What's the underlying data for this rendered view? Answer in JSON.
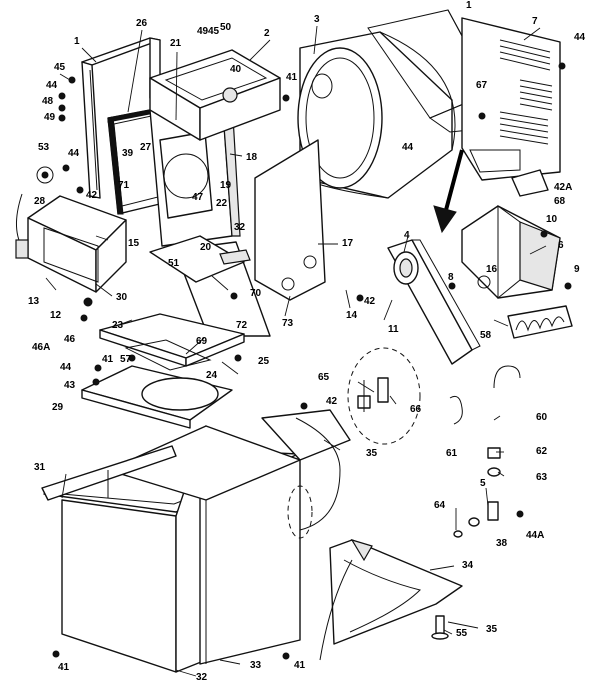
{
  "labels": [
    {
      "text": "1"
    },
    {
      "text": "26"
    },
    {
      "text": "21"
    },
    {
      "text": "49"
    },
    {
      "text": "45"
    },
    {
      "text": "50"
    },
    {
      "text": "2"
    },
    {
      "text": "3"
    },
    {
      "text": "1"
    },
    {
      "text": "7"
    },
    {
      "text": "44"
    },
    {
      "text": "45"
    },
    {
      "text": "44"
    },
    {
      "text": "48"
    },
    {
      "text": "49"
    },
    {
      "text": "40"
    },
    {
      "text": "41"
    },
    {
      "text": "67"
    },
    {
      "text": "44"
    },
    {
      "text": "18"
    },
    {
      "text": "39"
    },
    {
      "text": "27"
    },
    {
      "text": "53"
    },
    {
      "text": "44"
    },
    {
      "text": "42"
    },
    {
      "text": "71"
    },
    {
      "text": "28"
    },
    {
      "text": "15"
    },
    {
      "text": "47"
    },
    {
      "text": "19"
    },
    {
      "text": "22"
    },
    {
      "text": "32"
    },
    {
      "text": "20"
    },
    {
      "text": "42A"
    },
    {
      "text": "68"
    },
    {
      "text": "10"
    },
    {
      "text": "4"
    },
    {
      "text": "6"
    },
    {
      "text": "17"
    },
    {
      "text": "13"
    },
    {
      "text": "51"
    },
    {
      "text": "70"
    },
    {
      "text": "8"
    },
    {
      "text": "16"
    },
    {
      "text": "9"
    },
    {
      "text": "30"
    },
    {
      "text": "12"
    },
    {
      "text": "72"
    },
    {
      "text": "73"
    },
    {
      "text": "14"
    },
    {
      "text": "42"
    },
    {
      "text": "11"
    },
    {
      "text": "58"
    },
    {
      "text": "46A"
    },
    {
      "text": "46"
    },
    {
      "text": "23"
    },
    {
      "text": "69"
    },
    {
      "text": "41"
    },
    {
      "text": "57"
    },
    {
      "text": "25"
    },
    {
      "text": "44"
    },
    {
      "text": "24"
    },
    {
      "text": "43"
    },
    {
      "text": "65"
    },
    {
      "text": "42"
    },
    {
      "text": "29"
    },
    {
      "text": "66"
    },
    {
      "text": "61"
    },
    {
      "text": "60"
    },
    {
      "text": "35"
    },
    {
      "text": "31"
    },
    {
      "text": "62"
    },
    {
      "text": "63"
    },
    {
      "text": "5"
    },
    {
      "text": "64"
    },
    {
      "text": "38"
    },
    {
      "text": "44A"
    },
    {
      "text": "34"
    },
    {
      "text": "55"
    },
    {
      "text": "35"
    },
    {
      "text": "41"
    },
    {
      "text": "32"
    },
    {
      "text": "33"
    },
    {
      "text": "41"
    }
  ]
}
